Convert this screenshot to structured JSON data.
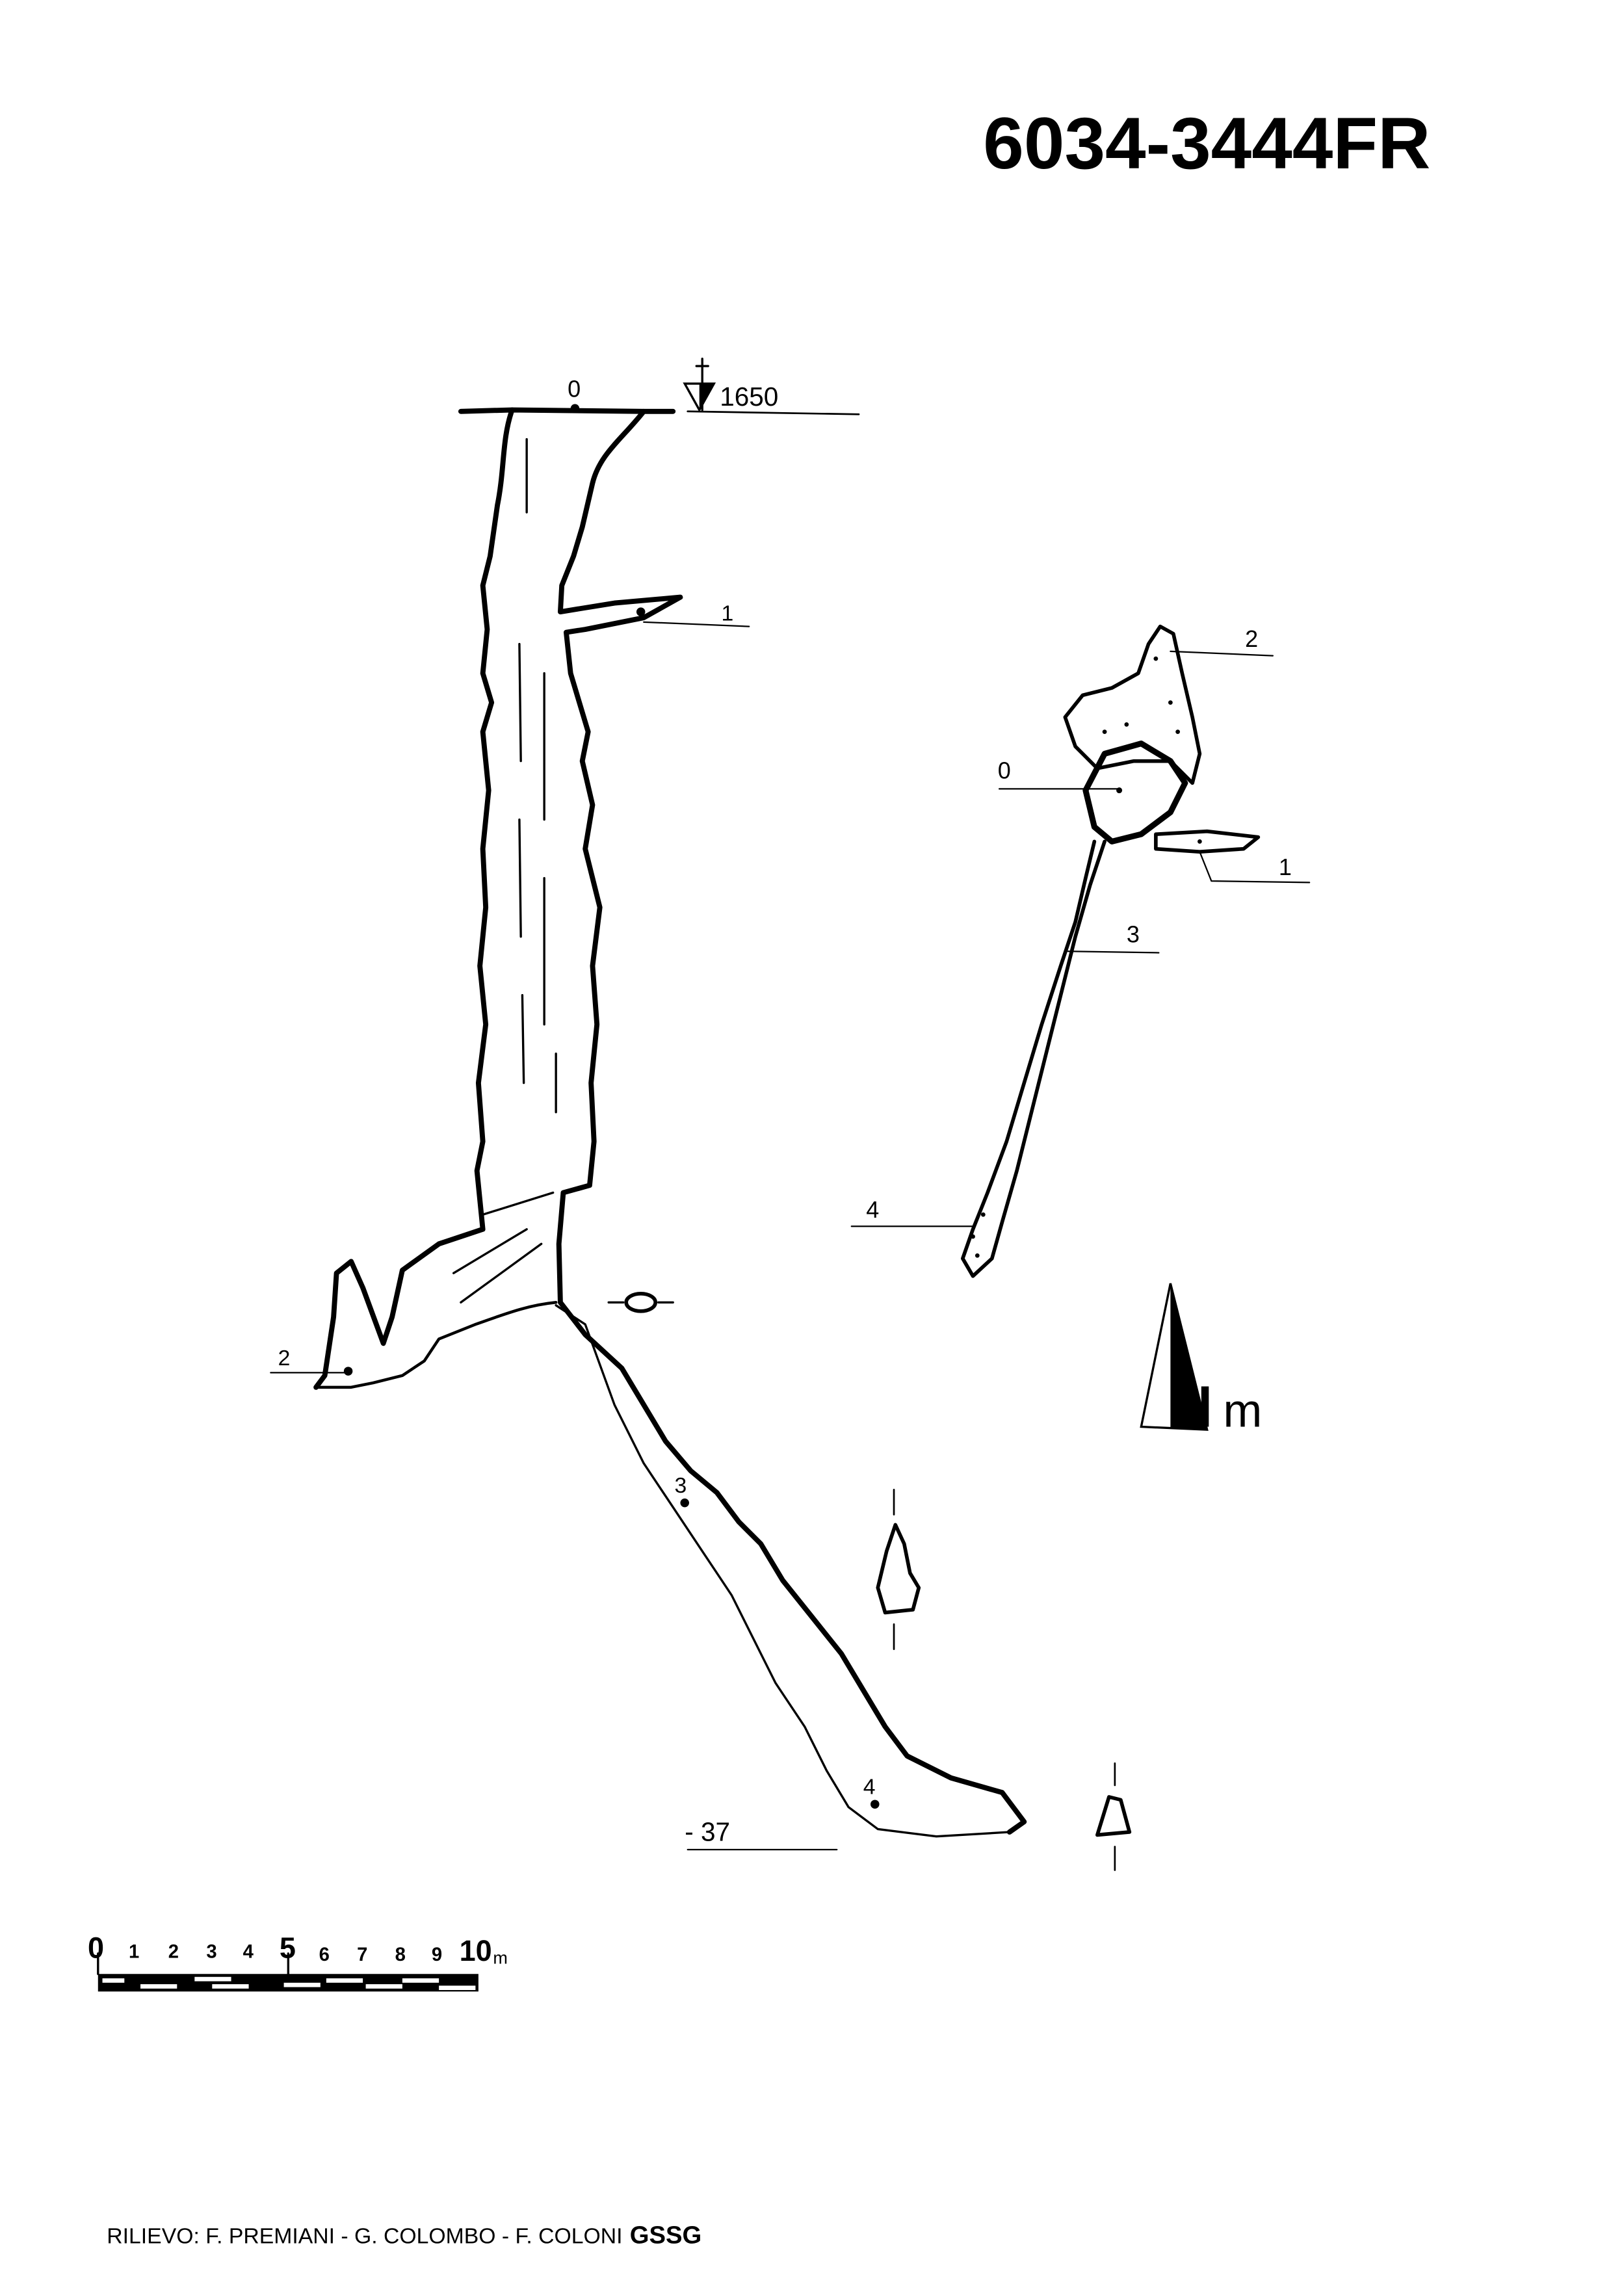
{
  "title": "6034-3444FR",
  "section": {
    "entrance_station": "0",
    "elevation": "1650",
    "stations": [
      "1",
      "2",
      "3",
      "4"
    ],
    "depth": "- 37"
  },
  "plan": {
    "stations": [
      "0",
      "1",
      "2",
      "3",
      "4"
    ],
    "north_label_bold": "N",
    "north_label_suffix": "m"
  },
  "scale_bar": {
    "ticks": [
      "0",
      "1",
      "2",
      "3",
      "4",
      "5",
      "6",
      "7",
      "8",
      "9",
      "10"
    ],
    "unit": "m"
  },
  "credits": {
    "text": "RILIEVO: F. PREMIANI - G. COLOMBO - F. COLONI",
    "group": "GSSG"
  }
}
